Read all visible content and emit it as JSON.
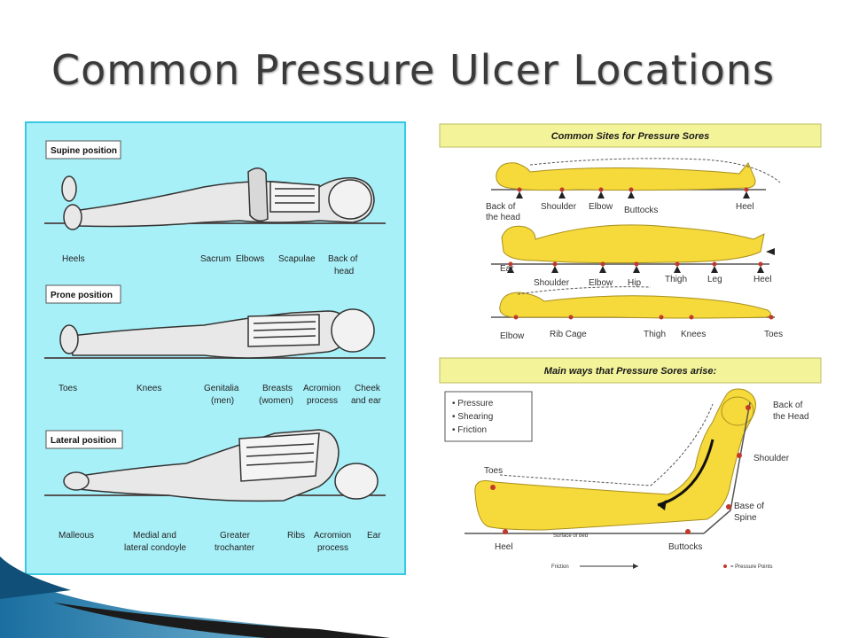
{
  "slide": {
    "title": "Common Pressure Ulcer Locations"
  },
  "left_figure": {
    "supine": {
      "label": "Supine position",
      "sites": [
        "Heels",
        "Sacrum",
        "Elbows",
        "Scapulae",
        "Back of",
        "head"
      ]
    },
    "prone": {
      "label": "Prone position",
      "sites": [
        "Toes",
        "Knees",
        "Genitalia",
        "(men)",
        "Breasts",
        "(women)",
        "Acromion",
        "process",
        "Cheek",
        "and ear"
      ]
    },
    "lateral": {
      "label": "Lateral position",
      "sites": [
        "Malleous",
        "Medial and",
        "lateral condoyle",
        "Greater",
        "trochanter",
        "Ribs",
        "Acromion",
        "process",
        "Ear"
      ]
    }
  },
  "right_figure": {
    "top_banner": "Common Sites for Pressure Sores",
    "row1_sites": [
      "Back of",
      "the head",
      "Shoulder",
      "Elbow",
      "Buttocks",
      "Heel"
    ],
    "row2_sites": [
      "Ear",
      "Shoulder",
      "Elbow",
      "Hip",
      "Thigh",
      "Leg",
      "Heel"
    ],
    "row3_sites": [
      "Elbow",
      "Rib Cage",
      "Thigh",
      "Knees",
      "Toes"
    ],
    "bottom_banner": "Main ways that Pressure Sores arise:",
    "ways": [
      "• Pressure",
      "• Shearing",
      "• Friction"
    ],
    "sitting_sites": [
      "Back of",
      "the Head",
      "Shoulder",
      "Base of",
      "Spine",
      "Toes",
      "Heel",
      "Buttocks"
    ],
    "surface_label": "Surface of bed",
    "friction_label": "Friction",
    "legend_label": "= Pressure Points",
    "colors": {
      "body_fill": "#f6d93a",
      "banner_fill": "#f3f39a",
      "point": "#c0392b"
    }
  }
}
